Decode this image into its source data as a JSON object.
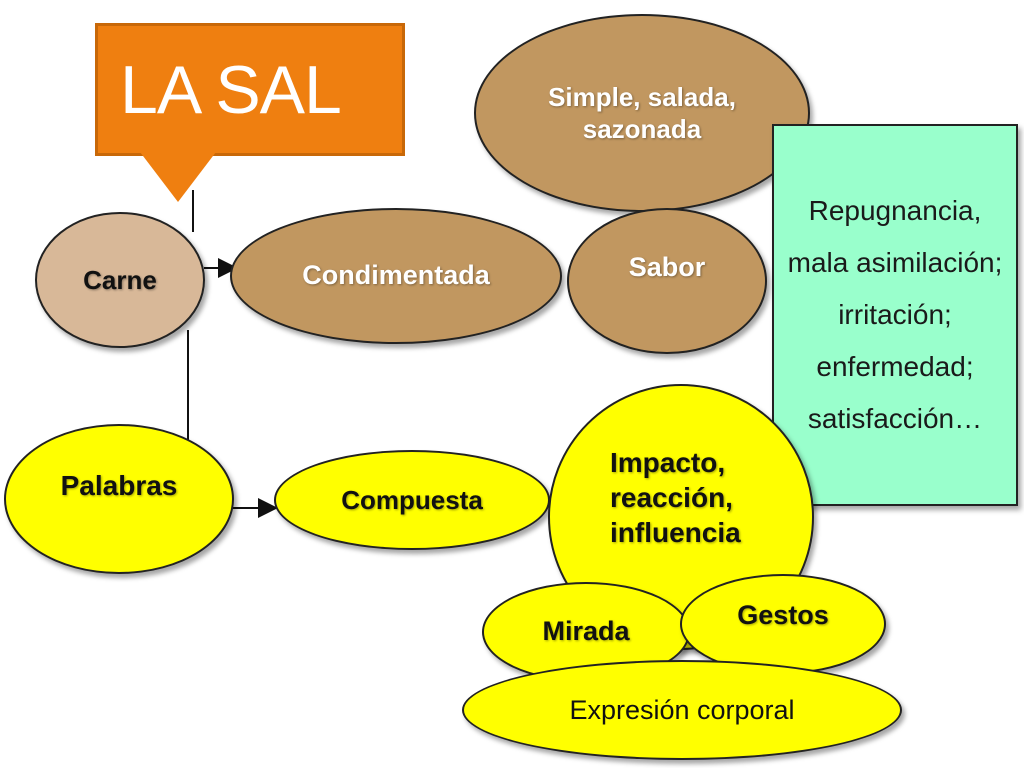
{
  "title": "LA SAL",
  "nodes": {
    "carne": "Carne",
    "condimentada": "Condimentada",
    "simple": "Simple, salada, sazonada",
    "sabor": "Sabor",
    "efectos": "Repugnancia, mala asimilación; irritación; enfermedad; satisfacción…",
    "palabras": "Palabras",
    "compuesta": "Compuesta",
    "impacto": "Impacto, reacción, influencia",
    "mirada": "Mirada",
    "gestos": "Gestos",
    "expresion": "Expresión corporal"
  },
  "colors": {
    "title_orange": "#ef7f10",
    "brown": "#c19760",
    "light_brown": "#d8b898",
    "yellow": "#ffff00",
    "mint": "#99ffcc"
  }
}
